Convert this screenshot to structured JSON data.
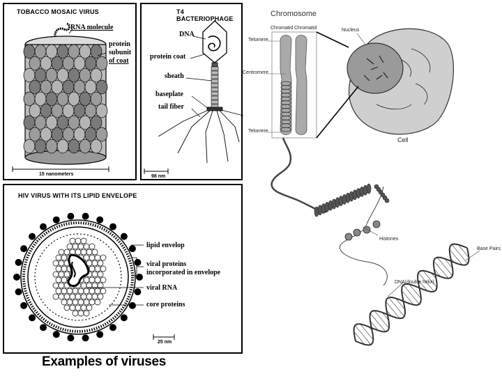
{
  "tmv": {
    "title": "TOBACCO MOSAIC VIRUS",
    "labels": {
      "rna": "RNA molecule",
      "protein": "protein",
      "subunit": "subunit",
      "of_coat": "of coat"
    },
    "scale": "15 nanometers"
  },
  "t4": {
    "title": "T4 BACTERIOPHAGE",
    "labels": {
      "dna": "DNA",
      "protein_coat": "protein coat",
      "sheath": "sheath",
      "baseplate": "baseplate",
      "tail_fiber": "tail fiber"
    },
    "scale": "98 nm"
  },
  "hiv": {
    "title": "HIV VIRUS WITH ITS LIPID ENVELOPE",
    "labels": {
      "lipid_envelop": "lipid envelop",
      "viral_proteins_1": "viral proteins",
      "viral_proteins_2": "incorporated in envelope",
      "viral_rna": "viral RNA",
      "core_proteins": "core proteins"
    },
    "scale": "25 nm"
  },
  "chromosome": {
    "title": "Chromosome",
    "labels": {
      "chromatid_left": "Chromatid",
      "chromatid_right": "Chromatid",
      "telomere_top": "Telomere",
      "centromere": "Centromere",
      "telomere_bottom": "Telomere",
      "nucleus": "Nucleus",
      "cell": "Cell",
      "histones": "Histones",
      "dna": "DNA(double helix)",
      "base_pairs": "Base Pairs"
    }
  },
  "caption": "Examples of viruses"
}
